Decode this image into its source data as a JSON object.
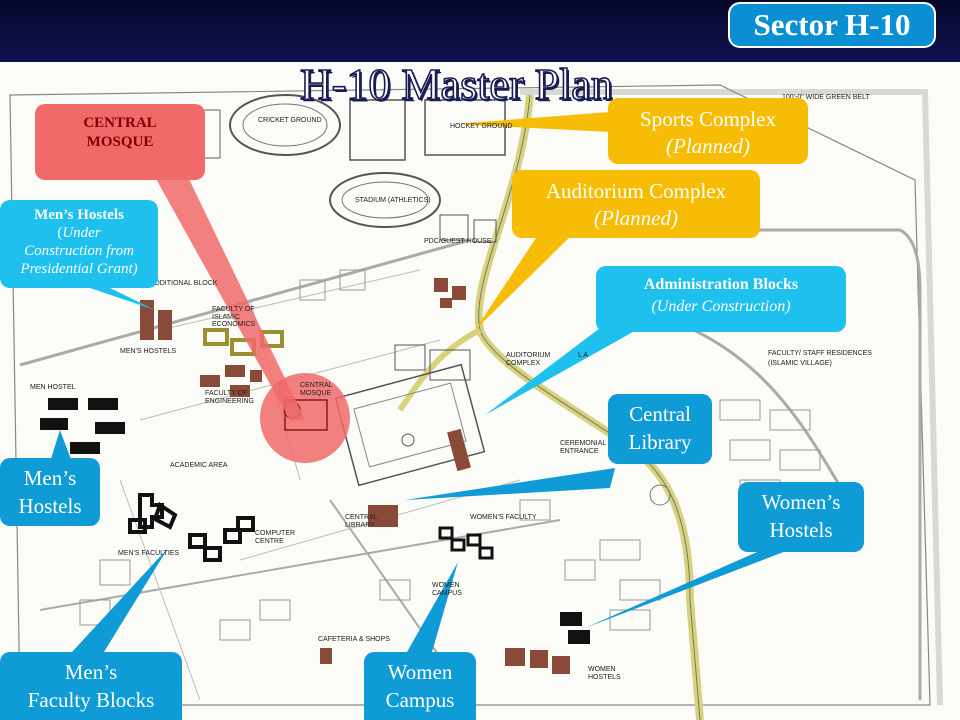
{
  "header": {
    "sector_badge": "Sector H-10"
  },
  "map": {
    "title": "H-10 Master Plan",
    "labels": {
      "cricket_ground": "CRICKET GROUND",
      "hockey_ground": "HOCKEY GROUND",
      "stadium": "STADIUM (ATHLETICS)",
      "green_belt": "100'-0\" WIDE GREEN BELT",
      "pdc": "PDC/GUEST HOUSE",
      "additional_block": "ADDITIONAL BLOCK",
      "islamic_economics": "FACULTY OF ISLAMIC ECONOMICS",
      "mens_hostels_lbl": "MEN'S HOSTELS",
      "men_hostel_lbl": "MEN HOSTEL",
      "faculty_engineering": "FACULTY OF ENGINEERING",
      "central_mosque_lbl": "CENTRAL MOSQUE",
      "auditorium_lbl": "AUDITORIUM COMPLEX",
      "faculty_staff": "FACULTY/ STAFF RESIDENCES",
      "islamic_village": "(ISLAMIC VILLAGE)",
      "academic_area": "ACADEMIC AREA",
      "ceremonial": "CEREMONIAL ENTRANCE",
      "central_library_lbl": "CENTRAL LIBRARY",
      "womens_faculty": "WOMEN'S FACULTY",
      "computer_centre": "COMPUTER CENTRE",
      "womens_campus_lbl": "WOMEN CAMPUS",
      "cafeteria": "CAFETERIA & SHOPS",
      "womens_hostels_lbl": "WOMEN HOSTELS",
      "mens_faculties": "MEN'S FACULTIES",
      "la": "L A"
    }
  },
  "callouts": {
    "central_mosque": {
      "line1": "CENTRAL",
      "line2": "MOSQUE"
    },
    "mens_hostels_top": {
      "title": "Men’s Hostels",
      "open": "(",
      "line1": "Under",
      "line2": "Construction from",
      "line3": "Presidential Grant)"
    },
    "sports_complex": {
      "title": "Sports Complex",
      "sub": "(Planned)"
    },
    "auditorium_complex": {
      "title": "Auditorium Complex",
      "sub": "(Planned)"
    },
    "administration_blocks": {
      "title": "Administration Blocks",
      "sub": "(Under Construction)"
    },
    "central_library": {
      "line1": "Central",
      "line2": "Library"
    },
    "mens_hostels_left": {
      "line1": "Men’s",
      "line2": "Hostels"
    },
    "womens_hostels": {
      "line1": "Women’s",
      "line2": "Hostels"
    },
    "mens_faculty_blocks": {
      "line1": "Men’s",
      "line2": "Faculty Blocks"
    },
    "women_campus": {
      "line1": "Women",
      "line2": "Campus"
    }
  },
  "colors": {
    "header_bg": "#0b0d3c",
    "badge_blue": "#0a8fd3",
    "callout_blue": "#0f9bd6",
    "callout_cyan": "#1ec0ee",
    "callout_yellow": "#f7bc05",
    "callout_red": "#f06a6a",
    "road_yellow": "#d9d27c",
    "building_brown": "#8a4a3a"
  }
}
